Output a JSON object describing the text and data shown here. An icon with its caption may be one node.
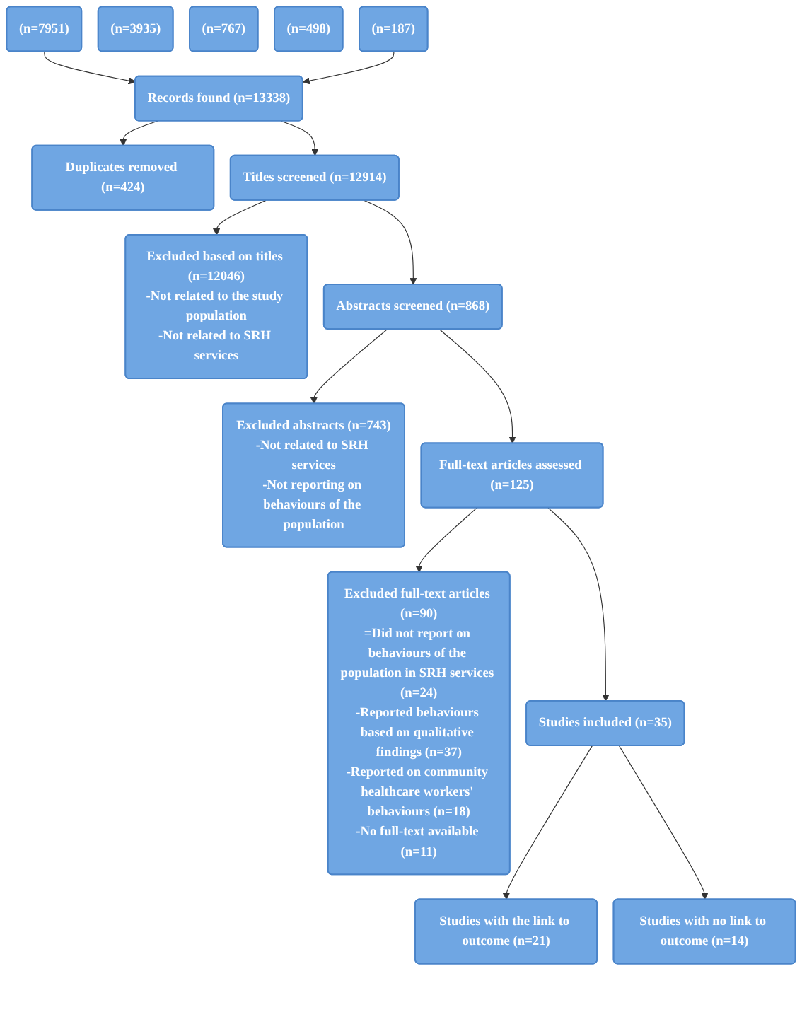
{
  "diagram": {
    "nodes": [
      {
        "text": [
          "(n=7951)"
        ]
      },
      {
        "text": [
          "(n=3935)"
        ]
      },
      {
        "text": [
          "(n=767)"
        ]
      },
      {
        "text": [
          "(n=498)"
        ]
      },
      {
        "text": [
          "(n=187)"
        ]
      },
      {
        "text": [
          "Records found (n=13338)"
        ]
      },
      {
        "text": [
          "Duplicates removed (n=424)"
        ]
      },
      {
        "text": [
          "Titles screened (n=12914)"
        ]
      },
      {
        "text": [
          "Excluded based on titles (n=12046)",
          "-Not related to the study population",
          "-Not related to SRH services"
        ]
      },
      {
        "text": [
          "Abstracts screened (n=868)"
        ]
      },
      {
        "text": [
          "Excluded abstracts (n=743)",
          "-Not related to SRH services",
          "-Not reporting on behaviours of the population"
        ]
      },
      {
        "text": [
          "Full-text articles assessed (n=125)"
        ]
      },
      {
        "text": [
          "Excluded full-text articles (n=90)",
          "=Did not report on behaviours of the population in SRH services (n=24)",
          "-Reported behaviours based on qualitative findings (n=37)",
          "-Reported on community healthcare workers' behaviours (n=18)",
          "-No full-text available (n=11)"
        ]
      },
      {
        "text": [
          "Studies included (n=35)"
        ]
      },
      {
        "text": [
          "Studies with the link to outcome (n=21)"
        ]
      },
      {
        "text": [
          "Studies with no link to outcome (n=14)"
        ]
      }
    ],
    "edges": [
      {
        "from": 0,
        "to": 5,
        "arrow": "to"
      },
      {
        "from": 4,
        "to": 5,
        "arrow": "to"
      },
      {
        "from": 5,
        "to": 7,
        "arrow": "to"
      },
      {
        "from": 5,
        "to": 6,
        "arrow": "to"
      },
      {
        "from": 7,
        "to": 9,
        "arrow": "to"
      },
      {
        "from": 7,
        "to": 8,
        "arrow": "to"
      },
      {
        "from": 9,
        "to": 11,
        "arrow": "to"
      },
      {
        "from": 9,
        "to": 10,
        "arrow": "to"
      },
      {
        "from": 11,
        "to": 13,
        "arrow": "to"
      },
      {
        "from": 11,
        "to": 12,
        "arrow": "to"
      },
      {
        "from": 13,
        "to": 14,
        "arrow": "to"
      },
      {
        "from": 13,
        "to": 15,
        "arrow": "to"
      }
    ]
  }
}
